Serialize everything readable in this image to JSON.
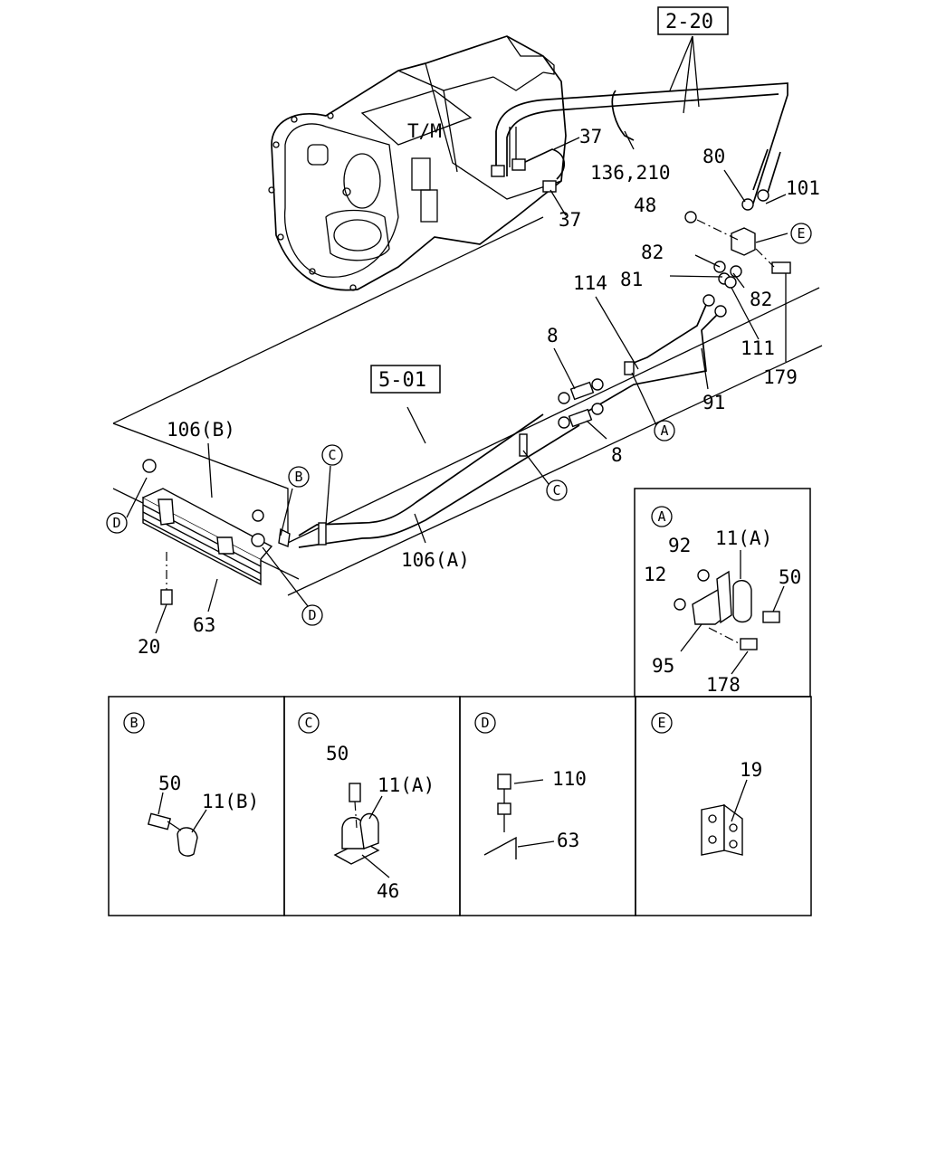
{
  "main": {
    "transmission_label": "T/M",
    "refs": {
      "ref_2_20": "2-20",
      "ref_5_01": "5-01"
    },
    "callouts": {
      "c37_upper": "37",
      "c37_lower": "37",
      "c136_210": "136,210",
      "c80": "80",
      "c101": "101",
      "c48": "48",
      "c82_left": "82",
      "c82_right": "82",
      "c81": "81",
      "c114": "114",
      "c111": "111",
      "c179": "179",
      "c91": "91",
      "c8_upper": "8",
      "c8_lower": "8",
      "c106b": "106(B)",
      "c106a": "106(A)",
      "c63": "63",
      "c20": "20"
    },
    "circle_letters": {
      "a": "A",
      "b": "B",
      "c_upper": "C",
      "c_lower": "C",
      "d_left": "D",
      "d_bottom": "D",
      "e": "E"
    }
  },
  "detail_a": {
    "letter": "A",
    "c92": "92",
    "c11a": "11(A)",
    "c12": "12",
    "c50": "50",
    "c95": "95",
    "c178": "178"
  },
  "detail_b": {
    "letter": "B",
    "c50": "50",
    "c11b": "11(B)"
  },
  "detail_c": {
    "letter": "C",
    "c50": "50",
    "c11a": "11(A)",
    "c46": "46"
  },
  "detail_d": {
    "letter": "D",
    "c110": "110",
    "c63": "63"
  },
  "detail_e": {
    "letter": "E",
    "c19": "19"
  }
}
